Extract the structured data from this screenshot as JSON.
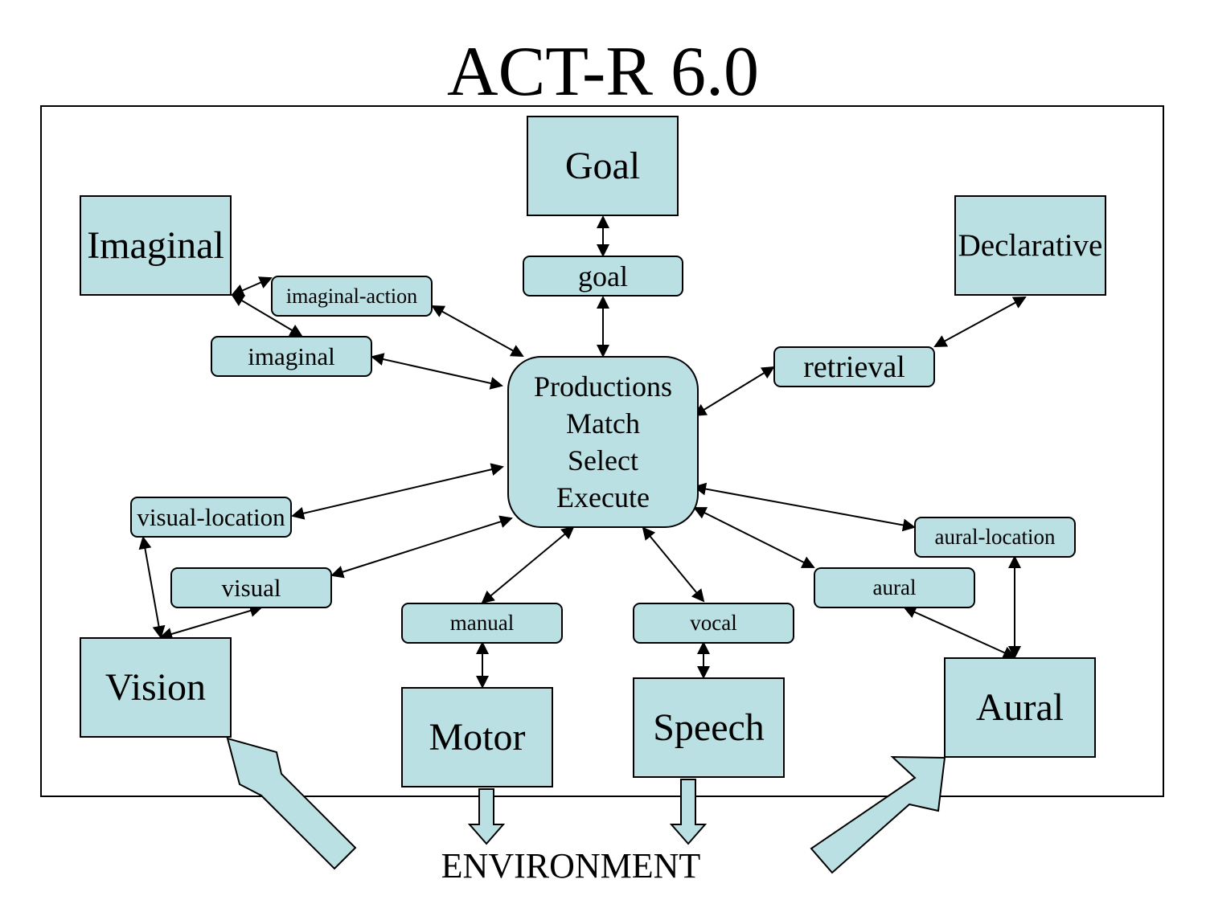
{
  "title": "ACT-R 6.0",
  "environment_label": "ENVIRONMENT",
  "colors": {
    "box_fill": "#bbe0e3",
    "stroke": "#000000"
  },
  "modules": {
    "goal": "Goal",
    "imaginal": "Imaginal",
    "declarative": "Declarative",
    "vision": "Vision",
    "motor": "Motor",
    "speech": "Speech",
    "aural": "Aural"
  },
  "buffers": {
    "goal": "goal",
    "imaginal_action": "imaginal-action",
    "imaginal": "imaginal",
    "retrieval": "retrieval",
    "visual_location": "visual-location",
    "visual": "visual",
    "manual": "manual",
    "vocal": "vocal",
    "aural": "aural",
    "aural_location": "aural-location"
  },
  "productions": {
    "title": "Productions",
    "steps": [
      "Match",
      "Select",
      "Execute"
    ]
  }
}
